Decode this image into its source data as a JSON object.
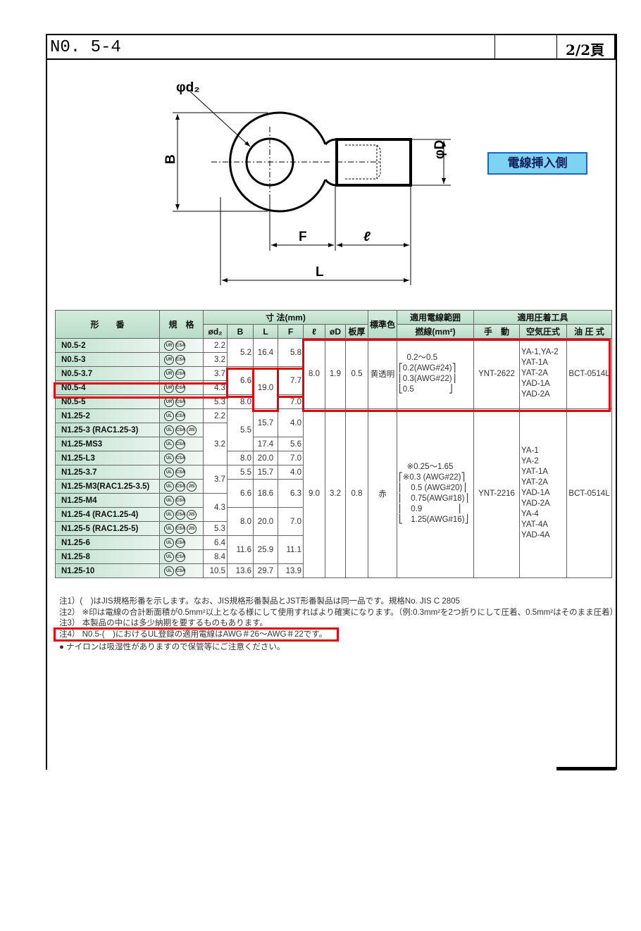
{
  "header": {
    "title": "N0. 5-4",
    "page": "2/2頁"
  },
  "drawing": {
    "labels": {
      "phi_d2": "φd₂",
      "B": "B",
      "phi_D": "φD",
      "F": "F",
      "l": "ℓ",
      "L": "L"
    },
    "insert_side_label": "電線挿入側"
  },
  "table": {
    "headers": {
      "model": "形　　番",
      "standard": "規　格",
      "dimensions": "寸 法(mm)",
      "od2": "ød₂",
      "B": "B",
      "L": "L",
      "F": "F",
      "l": "ℓ",
      "oD": "øD",
      "thickness": "板厚",
      "color": "標準色",
      "wire_range": "適用電線範囲",
      "stranded": "撚線(mm²)",
      "tools": "適用圧着工具",
      "manual": "手　動",
      "pneumatic": "空気圧式",
      "hydraulic": "油 圧 式"
    },
    "rows": [
      {
        "model": "N0.5-2",
        "standards": [
          "UR",
          "CSA"
        ]
      },
      {
        "model": "N0.5-3",
        "standards": [
          "UR",
          "CSA"
        ]
      },
      {
        "model": "N0.5-3.7",
        "standards": [
          "UR",
          "CSA"
        ]
      },
      {
        "model": "N0.5-4",
        "standards": [
          "UR",
          "CSA"
        ]
      },
      {
        "model": "N0.5-5",
        "standards": [
          "UR",
          "CSA"
        ]
      },
      {
        "model": "N1.25-2",
        "standards": [
          "UL",
          "CSA"
        ]
      },
      {
        "model": "N1.25-3 (RAC1.25-3)",
        "standards": [
          "UL",
          "CSA",
          "JIS"
        ]
      },
      {
        "model": "N1.25-MS3",
        "standards": [
          "UL",
          "CSA"
        ]
      },
      {
        "model": "N1.25-L3",
        "standards": [
          "UL",
          "CSA"
        ]
      },
      {
        "model": "N1.25-3.7",
        "standards": [
          "UL",
          "CSA"
        ]
      },
      {
        "model": "N1.25-M3(RAC1.25-3.5)",
        "standards": [
          "UL",
          "CSA",
          "JIS"
        ]
      },
      {
        "model": "N1.25-M4",
        "standards": [
          "UL",
          "CSA"
        ]
      },
      {
        "model": "N1.25-4 (RAC1.25-4)",
        "standards": [
          "UL",
          "CSA",
          "JIS"
        ]
      },
      {
        "model": "N1.25-5 (RAC1.25-5)",
        "standards": [
          "UL",
          "CSA",
          "JIS"
        ]
      },
      {
        "model": "N1.25-6",
        "standards": [
          "UL",
          "CSA"
        ]
      },
      {
        "model": "N1.25-8",
        "standards": [
          "UL",
          "CSA"
        ]
      },
      {
        "model": "N1.25-10",
        "standards": [
          "UL",
          "CSA"
        ]
      }
    ],
    "columns": {
      "od2": [
        [
          "2.2",
          1
        ],
        [
          "3.2",
          1
        ],
        [
          "3.7",
          1
        ],
        [
          "4.3",
          1
        ],
        [
          "5.3",
          1
        ],
        [
          "2.2",
          1
        ],
        [
          "3.2",
          3
        ],
        [
          "3.7",
          2
        ],
        [
          "4.3",
          2
        ],
        [
          "5.3",
          1
        ],
        [
          "6.4",
          1
        ],
        [
          "8.4",
          1
        ],
        [
          "10.5",
          1
        ]
      ],
      "B": [
        [
          "5.2",
          2
        ],
        [
          "6.6",
          2
        ],
        [
          "8.0",
          1
        ],
        [
          "5.5",
          3
        ],
        [
          "8.0",
          1
        ],
        [
          "5.5",
          1
        ],
        [
          "6.6",
          2
        ],
        [
          "8.0",
          2
        ],
        [
          "11.6",
          2
        ],
        [
          "13.6",
          1
        ]
      ],
      "L": [
        [
          "16.4",
          2
        ],
        [
          "19.0",
          3
        ],
        [
          "15.7",
          2
        ],
        [
          "17.4",
          1
        ],
        [
          "20.0",
          1
        ],
        [
          "15.7",
          1
        ],
        [
          "18.6",
          2
        ],
        [
          "20.0",
          2
        ],
        [
          "25.9",
          2
        ],
        [
          "29.7",
          1
        ]
      ],
      "F": [
        [
          "5.8",
          2
        ],
        [
          "7.7",
          2
        ],
        [
          "7.0",
          1
        ],
        [
          "4.0",
          2
        ],
        [
          "5.6",
          1
        ],
        [
          "7.0",
          1
        ],
        [
          "4.0",
          1
        ],
        [
          "6.3",
          2
        ],
        [
          "7.0",
          2
        ],
        [
          "11.1",
          2
        ],
        [
          "13.9",
          1
        ]
      ],
      "l": [
        [
          "8.0",
          5
        ],
        [
          "9.0",
          12
        ]
      ],
      "oD": [
        [
          "1.9",
          5
        ],
        [
          "3.2",
          12
        ]
      ],
      "thickness": [
        [
          "0.5",
          5
        ],
        [
          "0.8",
          12
        ]
      ],
      "color": [
        [
          "黄透明",
          5
        ],
        [
          "赤",
          12
        ]
      ],
      "wire": [
        [
          "　0.2〜0.5\n⎡0.2(AWG#24)⎤\n⎢0.3(AWG#22)⎥\n⎣0.5　　　　 ⎦",
          5
        ],
        [
          "　※0.25〜1.65\n⎡※0.3 (AWG#22)⎤\n⎢　0.5 (AWG#20)⎥\n⎢　0.75(AWG#18)⎥\n⎢　0.9　　　　 ⎥\n⎣　1.25(AWG#16)⎦",
          12
        ]
      ],
      "manual": [
        [
          "YNT-2622",
          5
        ],
        [
          "YNT-2216",
          12
        ]
      ],
      "pneumatic": [
        [
          "YA-1,YA-2\nYAT-1A\nYAT-2A\nYAD-1A\nYAD-2A",
          5
        ],
        [
          "YA-1\nYA-2\nYAT-1A\nYAT-2A\nYAD-1A\nYAD-2A\nYA-4\nYAT-4A\nYAD-4A",
          12
        ]
      ],
      "hydraulic": [
        [
          "BCT-0514L",
          5
        ],
        [
          "BCT-0514L",
          12
        ]
      ]
    }
  },
  "notes": [
    "注1）(　)はJIS規格形番を示します。なお、JIS規格形番製品とJST形番製品は同一品です。規格No. JIS C 2805",
    "注2） ※印は電線の合計断面積が0.5mm²以上となる様にして使用すればより確実になります。（例:0.3mm²を2つ折りにして圧着、0.5mm²はそのまま圧着）",
    "注3） 本製品の中には多少納期を要するものもあります。",
    "注4） N0.5-(　)におけるUL登録の適用電線はAWG＃26〜AWG＃22です。",
    "● ナイロンは吸湿性がありますので保管等にご注意ください。"
  ],
  "colors": {
    "highlight": "#e3000f",
    "header_green": "#b8dcc6",
    "label_blue": "#7fd3f2"
  }
}
